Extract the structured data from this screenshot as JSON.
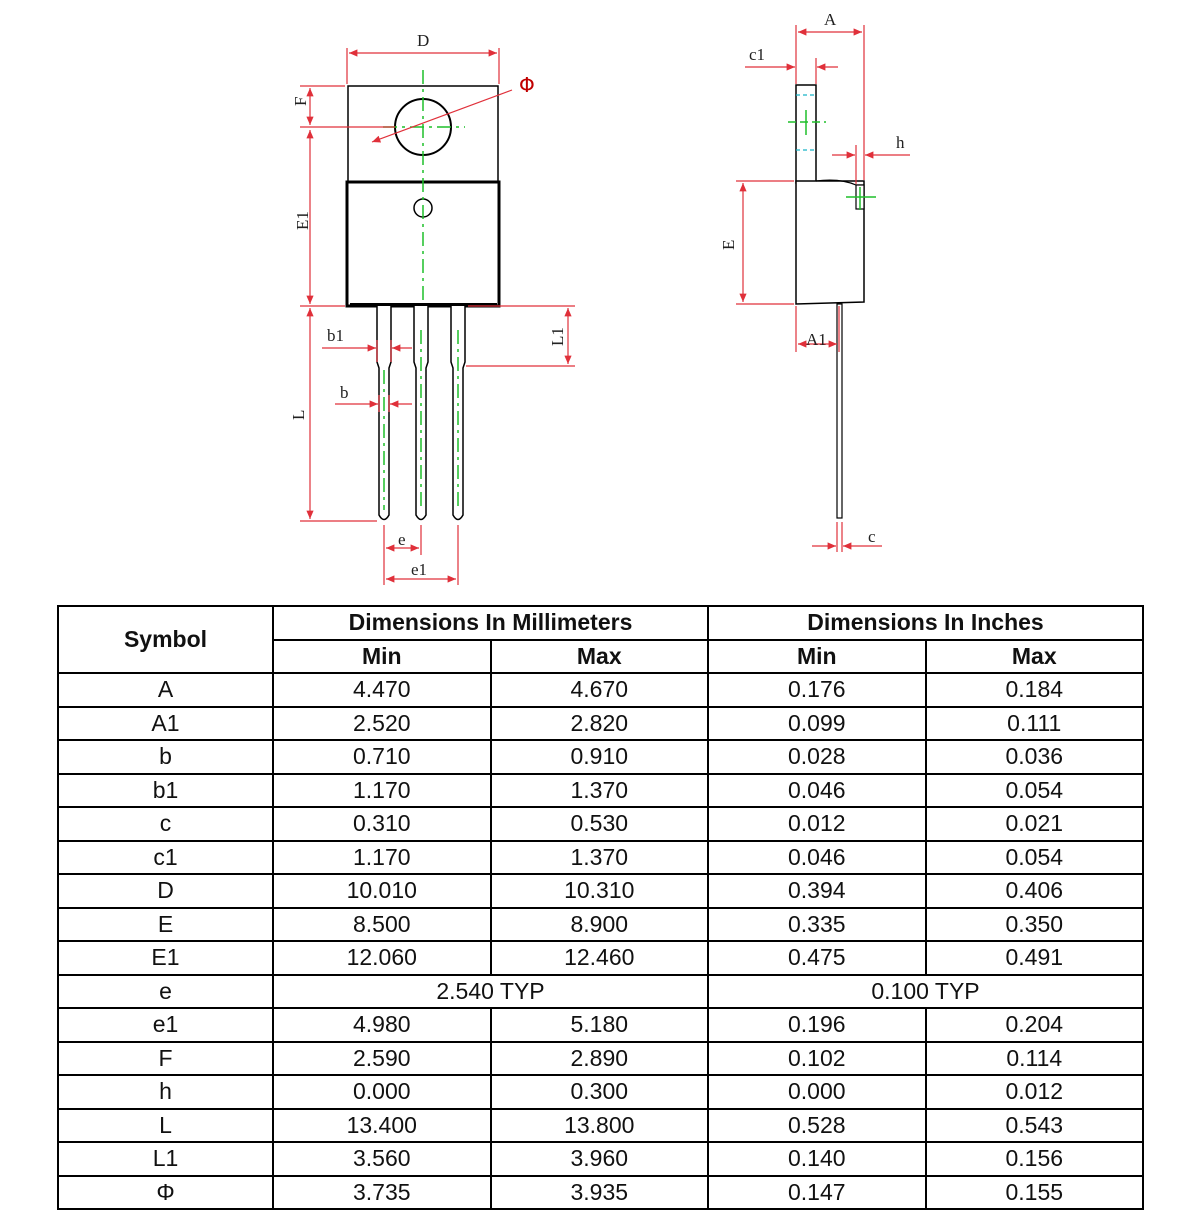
{
  "drawing": {
    "labels": {
      "D": "D",
      "F": "F",
      "E1": "E1",
      "phi": "Φ",
      "b1": "b1",
      "b": "b",
      "L": "L",
      "L1": "L1",
      "e": "e",
      "e1": "e1",
      "A": "A",
      "c1": "c1",
      "h": "h",
      "E": "E",
      "A1": "A1",
      "c": "c"
    },
    "colors": {
      "dim_line": "#e0303a",
      "center_line": "#1fbf2a",
      "outline": "#000000",
      "hidden": "#19b5c8"
    }
  },
  "table": {
    "symbol_header": "Symbol",
    "mm_header": "Dimensions In Millimeters",
    "in_header": "Dimensions In Inches",
    "min_label": "Min",
    "max_label": "Max",
    "rows": [
      {
        "symbol": "A",
        "mm_min": "4.470",
        "mm_max": "4.670",
        "in_min": "0.176",
        "in_max": "0.184"
      },
      {
        "symbol": "A1",
        "mm_min": "2.520",
        "mm_max": "2.820",
        "in_min": "0.099",
        "in_max": "0.111"
      },
      {
        "symbol": "b",
        "mm_min": "0.710",
        "mm_max": "0.910",
        "in_min": "0.028",
        "in_max": "0.036"
      },
      {
        "symbol": "b1",
        "mm_min": "1.170",
        "mm_max": "1.370",
        "in_min": "0.046",
        "in_max": "0.054"
      },
      {
        "symbol": "c",
        "mm_min": "0.310",
        "mm_max": "0.530",
        "in_min": "0.012",
        "in_max": "0.021"
      },
      {
        "symbol": "c1",
        "mm_min": "1.170",
        "mm_max": "1.370",
        "in_min": "0.046",
        "in_max": "0.054"
      },
      {
        "symbol": "D",
        "mm_min": "10.010",
        "mm_max": "10.310",
        "in_min": "0.394",
        "in_max": "0.406"
      },
      {
        "symbol": "E",
        "mm_min": "8.500",
        "mm_max": "8.900",
        "in_min": "0.335",
        "in_max": "0.350"
      },
      {
        "symbol": "E1",
        "mm_min": "12.060",
        "mm_max": "12.460",
        "in_min": "0.475",
        "in_max": "0.491"
      },
      {
        "symbol": "e",
        "mm_typ": "2.540 TYP",
        "in_typ": "0.100 TYP"
      },
      {
        "symbol": "e1",
        "mm_min": "4.980",
        "mm_max": "5.180",
        "in_min": "0.196",
        "in_max": "0.204"
      },
      {
        "symbol": "F",
        "mm_min": "2.590",
        "mm_max": "2.890",
        "in_min": "0.102",
        "in_max": "0.114"
      },
      {
        "symbol": "h",
        "mm_min": "0.000",
        "mm_max": "0.300",
        "in_min": "0.000",
        "in_max": "0.012"
      },
      {
        "symbol": "L",
        "mm_min": "13.400",
        "mm_max": "13.800",
        "in_min": "0.528",
        "in_max": "0.543"
      },
      {
        "symbol": "L1",
        "mm_min": "3.560",
        "mm_max": "3.960",
        "in_min": "0.140",
        "in_max": "0.156"
      },
      {
        "symbol": "Φ",
        "mm_min": "3.735",
        "mm_max": "3.935",
        "in_min": "0.147",
        "in_max": "0.155"
      }
    ]
  }
}
